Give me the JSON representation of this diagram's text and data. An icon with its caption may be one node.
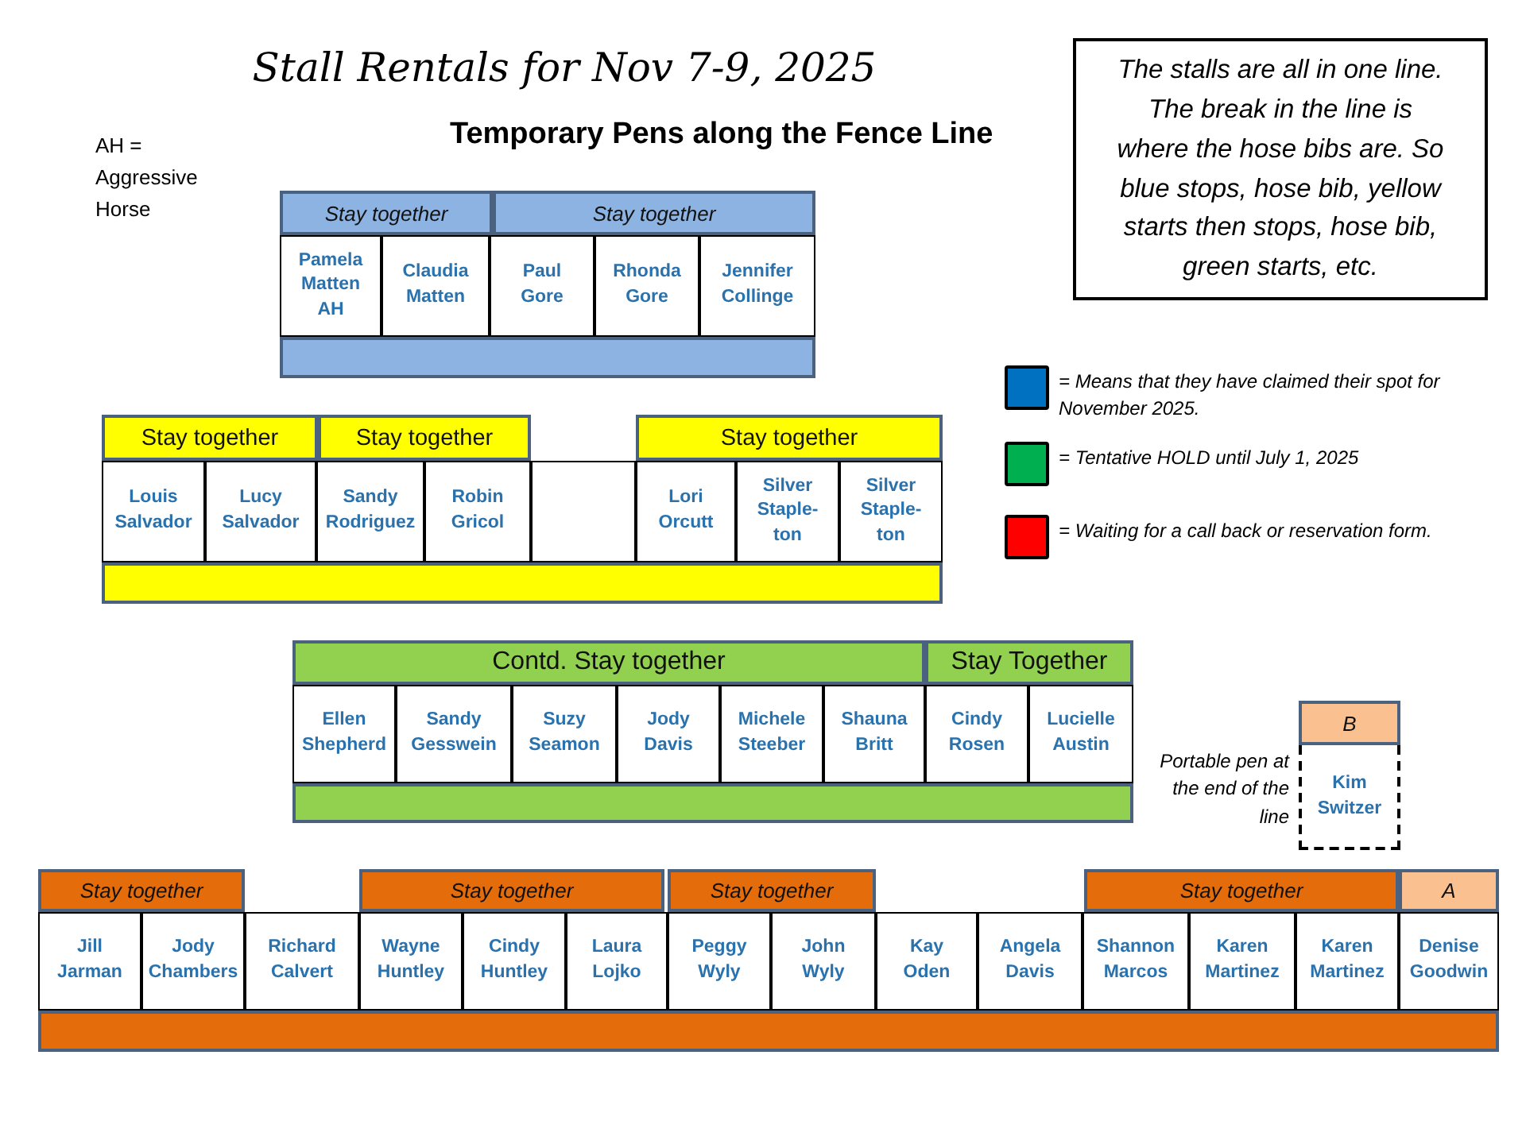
{
  "diagram": {
    "title": "Stall Rentals for Nov 7-9, 2025",
    "nodes": [
      {
        "text": [
          "Stay together"
        ]
      },
      {
        "text": [
          "Stay together"
        ]
      },
      {
        "text": [
          "Pamela Matten AH"
        ]
      },
      {
        "text": [
          "Claudia Matten"
        ]
      },
      {
        "text": [
          "Paul Gore"
        ]
      },
      {
        "text": [
          "Rhonda Gore"
        ]
      },
      {
        "text": [
          "Jennifer Collinge"
        ]
      },
      {
        "text": [],
        "shape": "bar"
      },
      {
        "text": [
          "Stay together"
        ]
      },
      {
        "text": [
          "Stay together"
        ]
      },
      {
        "text": [
          "Stay together"
        ]
      },
      {
        "text": [
          "Louis Salvador"
        ]
      },
      {
        "text": [
          "Lucy Salvador"
        ]
      },
      {
        "text": [
          "Sandy Rodriguez"
        ]
      },
      {
        "text": [
          "Robin Gricol"
        ]
      },
      {
        "text": [],
        "shape": "box"
      },
      {
        "text": [
          "Lori Orcutt"
        ]
      },
      {
        "text": [
          "Silver Staple-ton"
        ]
      },
      {
        "text": [
          "Silver Staple-ton"
        ]
      },
      {
        "text": [],
        "shape": "bar"
      },
      {
        "text": [
          "Contd. Stay together"
        ]
      },
      {
        "text": [
          "Stay Together"
        ]
      },
      {
        "text": [
          "Ellen Shepherd"
        ]
      },
      {
        "text": [
          "Sandy Gesswein"
        ]
      },
      {
        "text": [
          "Suzy Seamon"
        ]
      },
      {
        "text": [
          "Jody Davis"
        ]
      },
      {
        "text": [
          "Michele Steeber"
        ]
      },
      {
        "text": [
          "Shauna Britt"
        ]
      },
      {
        "text": [
          "Cindy Rosen"
        ]
      },
      {
        "text": [
          "Lucielle Austin"
        ]
      },
      {
        "text": [],
        "shape": "bar"
      },
      {
        "text": [
          "B"
        ]
      },
      {
        "text": [
          "Kim Switzer"
        ],
        "beside": [
          "Portable pen at the end of the line"
        ]
      },
      {
        "text": [
          "Stay together"
        ]
      },
      {
        "text": [
          "Stay together"
        ]
      },
      {
        "text": [
          "Stay together"
        ]
      },
      {
        "text": [
          "Stay together"
        ]
      },
      {
        "text": [
          "A"
        ]
      },
      {
        "text": [
          "Jill Jarman"
        ]
      },
      {
        "text": [
          "Jody Chambers"
        ]
      },
      {
        "text": [
          "Richard Calvert"
        ]
      },
      {
        "text": [
          "Wayne Huntley"
        ]
      },
      {
        "text": [
          "Cindy Huntley"
        ]
      },
      {
        "text": [
          "Laura Lojko"
        ]
      },
      {
        "text": [
          "Peggy Wyly"
        ]
      },
      {
        "text": [
          "John Wyly"
        ]
      },
      {
        "text": [
          "Kay Oden"
        ]
      },
      {
        "text": [
          "Angela Davis"
        ]
      },
      {
        "text": [
          "Shannon Marcos"
        ]
      },
      {
        "text": [
          "Karen Martinez"
        ]
      },
      {
        "text": [
          "Karen Martinez"
        ]
      },
      {
        "text": [
          "Denise Goodwin"
        ]
      },
      {
        "text": [],
        "shape": "bar"
      },
      {
        "text": [
          "The stalls are all in one line. The break in the line is where the hose bibs are. So blue stops, hose bib, yellow starts then stops, hose bib, green starts, etc."
        ]
      }
    ],
    "labels": [
      "Temporary Pens along the Fence Line",
      "AH = Aggressive Horse"
    ],
    "legend": [
      {
        "text": "= Means that they have claimed their spot for November 2025.",
        "color": "#0070c0"
      },
      {
        "text": "= Tentative HOLD until July 1, 2025",
        "color": "#00b050"
      },
      {
        "text": "= Waiting for a call back or reservation form.",
        "color": "#ff0000"
      }
    ]
  }
}
